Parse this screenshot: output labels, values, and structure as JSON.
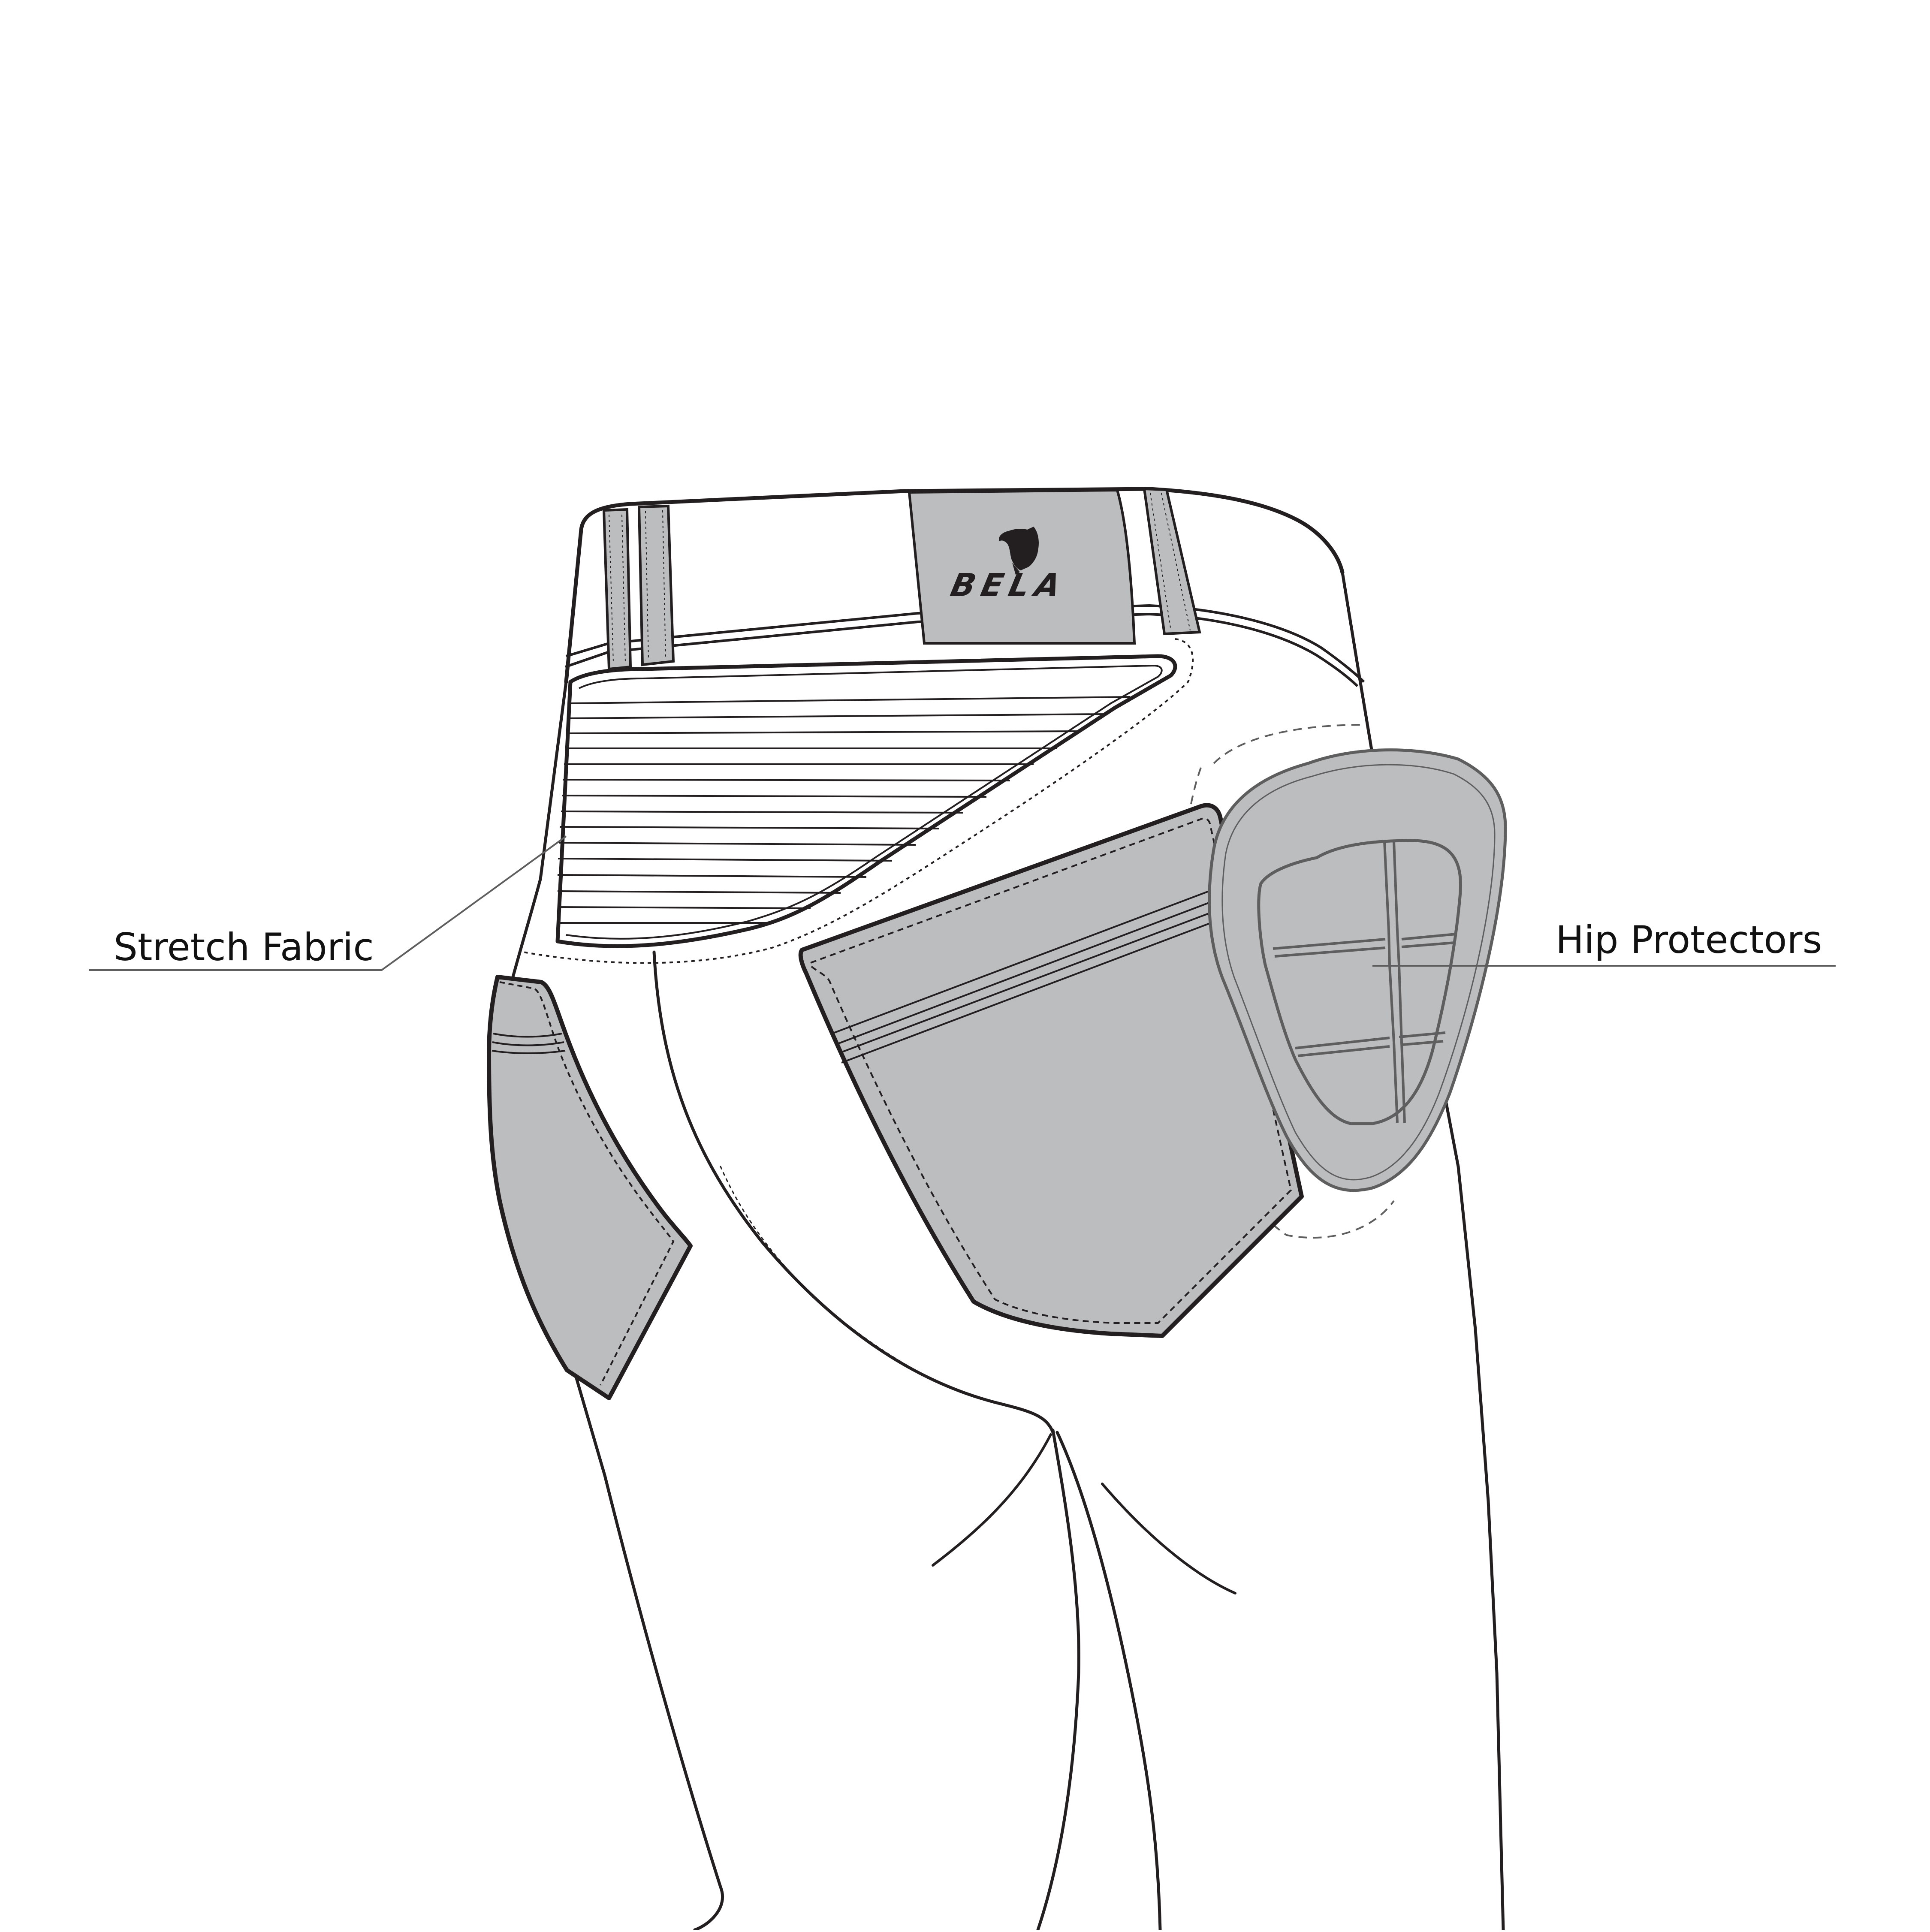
{
  "diagram": {
    "subject": "Motorcycle riding jeans - rear view technical illustration",
    "colors": {
      "outline": "#231f20",
      "panel_fill": "#bcbdbf",
      "protector_stroke": "#5e5e5e",
      "leader_line": "#5e5e5e",
      "background": "#ffffff"
    },
    "brand": {
      "wordmark": "BELA",
      "icon": "roaring-bear-head"
    },
    "callouts": [
      {
        "id": "stretch-fabric",
        "label": "Stretch Fabric",
        "side": "left"
      },
      {
        "id": "hip-protectors",
        "label": "Hip Protectors",
        "side": "right"
      }
    ]
  }
}
